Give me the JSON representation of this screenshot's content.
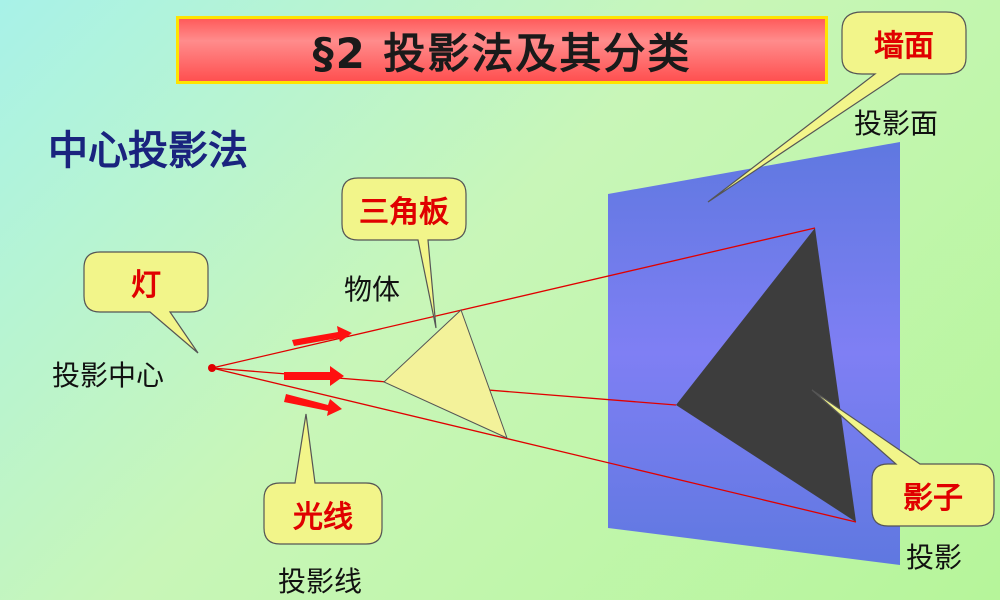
{
  "title": "§2  投影法及其分类",
  "heading": "中心投影法",
  "labels": {
    "projection_plane": "投影面",
    "object": "物体",
    "projection_center": "投影中心",
    "projection_line": "投影线",
    "projection": "投影"
  },
  "callouts": {
    "wall": "墙面",
    "triangle_board": "三角板",
    "lamp": "灯",
    "light_ray": "光线",
    "shadow": "影子"
  },
  "colors": {
    "title_bg": "#ff6060",
    "title_border": "#ffe300",
    "heading": "#1a237e",
    "callout_fill": "#f2f58a",
    "callout_text": "#e00000",
    "plane": "#6f7fe8",
    "shadow": "#3d3d3d",
    "object": "#f3f29a",
    "ray": "#e00000"
  }
}
